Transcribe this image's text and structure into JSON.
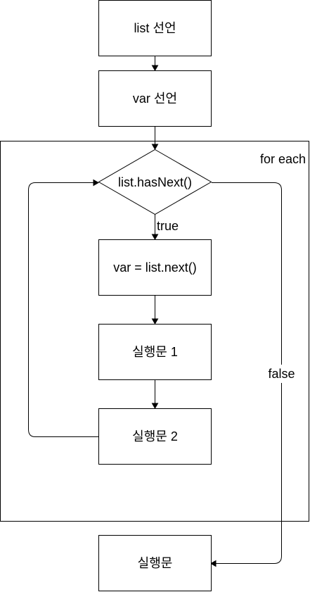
{
  "nodes": {
    "list_decl": "list 선언",
    "var_decl": "var 선언",
    "condition": "list.hasNext()",
    "assign": "var = list.next()",
    "stmt1": "실행문 1",
    "stmt2": "실행문 2",
    "after": "실행문"
  },
  "loop": {
    "title": "for each"
  },
  "edges": {
    "true_label": "true",
    "false_label": "false"
  }
}
